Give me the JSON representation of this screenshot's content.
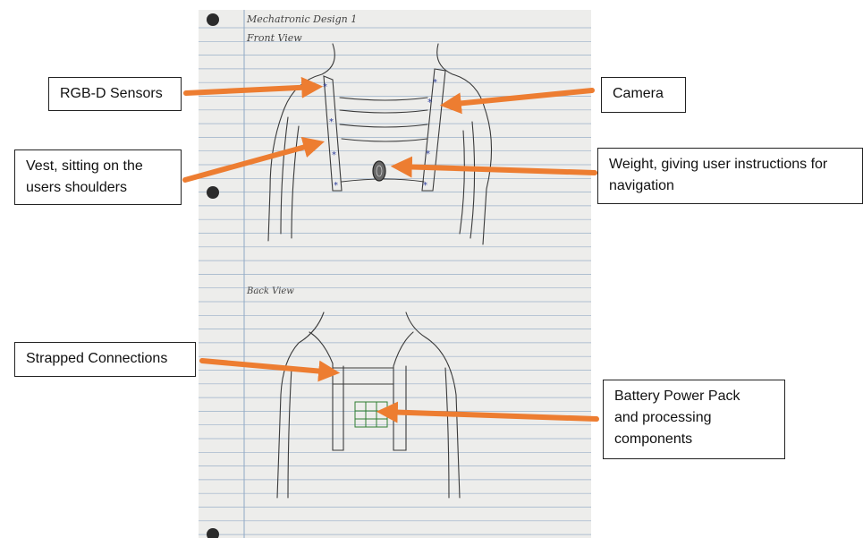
{
  "sketch": {
    "title_line1": "Mechatronic Design 1",
    "title_line2": "Front View",
    "back_view_label": "Back View"
  },
  "callouts": {
    "rgbd": "RGB-D Sensors",
    "camera": "Camera",
    "vest_line1": "Vest, sitting on the",
    "vest_line2": "users shoulders",
    "weight_line1": "Weight, giving user instructions for",
    "weight_line2": "navigation",
    "straps": "Strapped Connections",
    "battery_line1": "Battery Power Pack",
    "battery_line2": "and processing",
    "battery_line3": "components"
  },
  "colors": {
    "arrow": "#ed7d31",
    "paper": "#ededeb",
    "ruled_line": "#9ab0c8",
    "margin_line": "#8fa9c6",
    "pencil": "#3a3a3a",
    "sensor_ink": "#2a3a9a",
    "battery_ink": "#2e7d32"
  }
}
